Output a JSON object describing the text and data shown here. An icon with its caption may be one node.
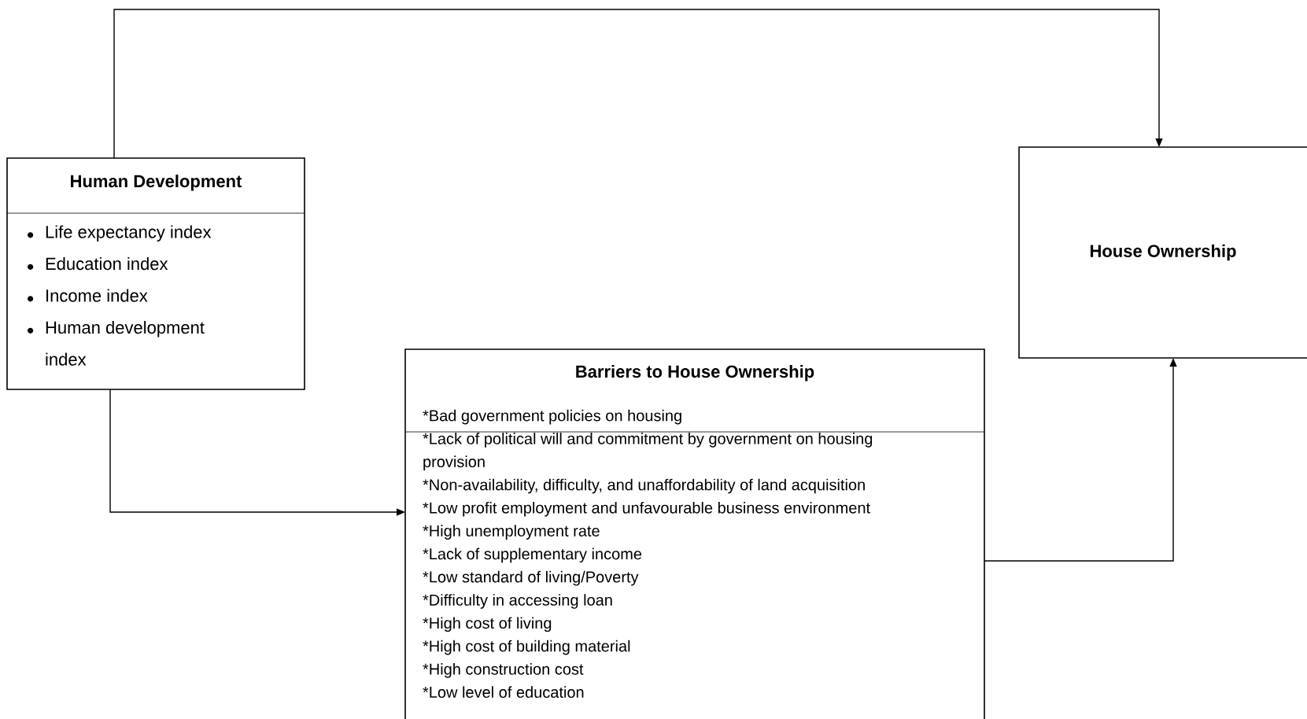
{
  "diagram": {
    "nodes": [
      {
        "text": [
          "Human Development",
          "Life expectancy index",
          "Education index",
          "Income index",
          "Human development index"
        ]
      },
      {
        "text": [
          "House Ownership"
        ]
      },
      {
        "text": [
          "Barriers to House Ownership",
          "*Bad government policies on housing",
          "*Lack of political will and commitment by government on housing provision",
          "*Non-availability, difficulty, and unaffordability of land acquisition",
          "*Low profit employment and unfavourable business environment",
          "*High unemployment rate",
          "*Lack of supplementary income",
          "*Low standard of living/Poverty",
          "*Difficulty in accessing loan",
          "*High cost of living",
          "*High cost of building material",
          "*High construction cost",
          "*Low level of education"
        ]
      }
    ],
    "edges": [
      {
        "from": 0,
        "to": 1,
        "arrow": "to"
      },
      {
        "from": 0,
        "to": 2,
        "arrow": "to"
      },
      {
        "from": 2,
        "to": 1,
        "arrow": "to"
      }
    ]
  }
}
